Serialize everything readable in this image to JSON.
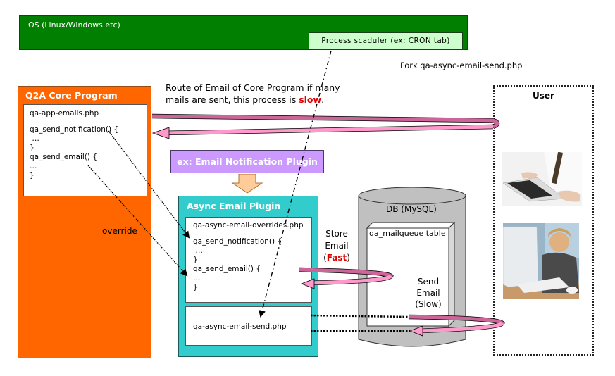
{
  "os": {
    "title": "OS (Linux/Windows etc)",
    "scheduler_label": "Process scaduler (ex: CRON tab)"
  },
  "fork_label": "Fork qa-async-email-send.php",
  "route_note": {
    "line1": "Route of Email of Core Program  if many",
    "line2_prefix": "mails are sent, this process is ",
    "line2_emphasis": "slow",
    "line2_suffix": "."
  },
  "core_program": {
    "title": "Q2A Core Program",
    "file": "qa-app-emails.php",
    "code": [
      "qa_send_notification() {",
      " …",
      "}",
      "qa_send_email() {",
      "…",
      "}"
    ]
  },
  "override_label": "override",
  "notification_plugin": {
    "label": "ex: Email Notification Plugin"
  },
  "async_plugin": {
    "title": "Async Email Plugin",
    "file": "qa-async-email-overrides.php",
    "code": [
      "qa_send_notification() {",
      " …",
      "}",
      "qa_send_email() {",
      "…",
      "}"
    ],
    "send_file": "qa-async-email-send.php"
  },
  "db": {
    "title": "DB (MySQL)",
    "table": "qa_mailqueue table"
  },
  "store_email": {
    "line1": "Store",
    "line2": "Email",
    "open": "(",
    "emphasis": "Fast",
    "close": ")"
  },
  "send_email": {
    "line1": "Send",
    "line2": "Email",
    "line3": "(Slow)"
  },
  "user": {
    "title": "User"
  },
  "colors": {
    "os_green": "#007f00",
    "scheduler_fill": "#ccffcc",
    "core_orange": "#ff6600",
    "plugin_purple": "#cc99ff",
    "async_teal": "#33cccc",
    "db_gray": "#c0c0c0",
    "arrow_dark_pink": "#cc6699",
    "arrow_light_pink": "#ff99cc",
    "emphasis_red": "#dd0000"
  }
}
